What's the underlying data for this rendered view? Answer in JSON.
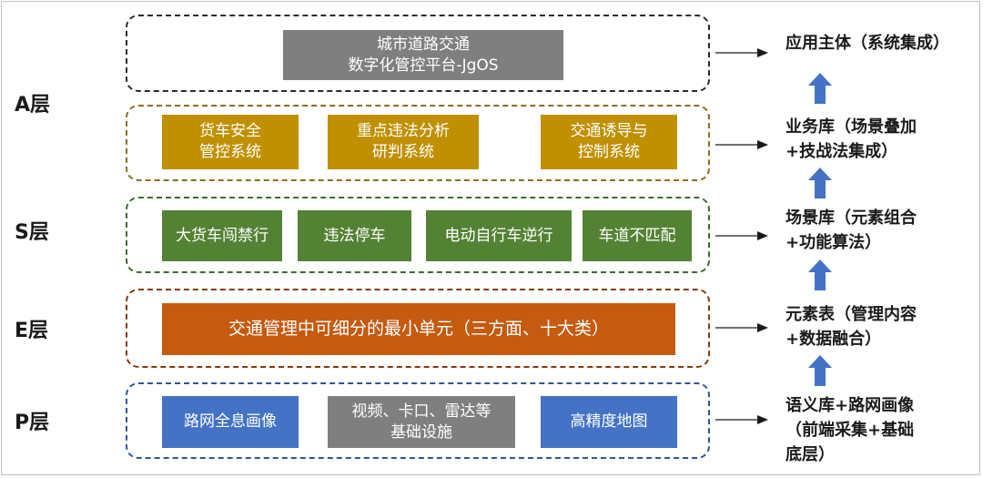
{
  "layers": {
    "a": {
      "label": "A层",
      "border_color": "#2b2b2b",
      "boxes": [
        {
          "text": "城市道路交通\n数字化管控平台-JgOS",
          "color": "#7f7f7f"
        }
      ]
    },
    "s_top": {
      "border_color": "#8c6d1f",
      "boxes": [
        {
          "text": "货车安全\n管控系统",
          "color": "#bf9000"
        },
        {
          "text": "重点违法分析\n研判系统",
          "color": "#bf9000"
        },
        {
          "text": "交通诱导与\n控制系统",
          "color": "#bf9000"
        }
      ]
    },
    "s": {
      "label": "S层",
      "border_color": "#3d6b2f",
      "boxes": [
        {
          "text": "大货车闯禁行",
          "color": "#548235"
        },
        {
          "text": "违法停车",
          "color": "#548235"
        },
        {
          "text": "电动自行车逆行",
          "color": "#548235"
        },
        {
          "text": "车道不匹配",
          "color": "#548235"
        }
      ]
    },
    "e": {
      "label": "E层",
      "border_color": "#843c0c",
      "boxes": [
        {
          "text": "交通管理中可细分的最小单元（三方面、十大类）",
          "color": "#c55a11"
        }
      ]
    },
    "p": {
      "label": "P层",
      "border_color": "#2f5597",
      "boxes": [
        {
          "text": "路网全息画像",
          "color": "#4472c4"
        },
        {
          "text": "视频、卡口、雷达等\n基础设施",
          "color": "#7f7f7f"
        },
        {
          "text": "高精度地图",
          "color": "#4472c4"
        }
      ]
    }
  },
  "right_labels": [
    "应用主体（系统集成）",
    "业务库（场景叠加\n+技战法集成）",
    "场景库（元素组合\n+功能算法）",
    "元素表（管理内容\n+数据融合）",
    "语义库+路网画像\n（前端采集+基础\n底层）"
  ],
  "colors": {
    "up_arrow": "#4472c4",
    "side_arrow": "#1a1a1a"
  }
}
